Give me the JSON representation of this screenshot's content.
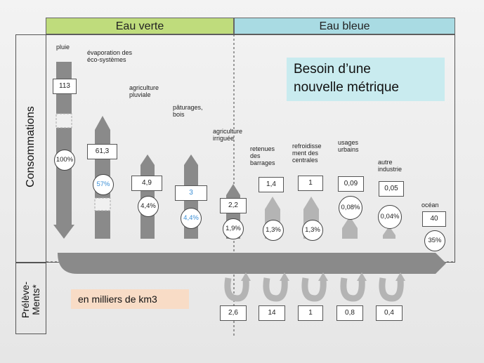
{
  "headers": {
    "green": "Eau verte",
    "blue": "Eau bleue"
  },
  "axis": {
    "top": "Consommations",
    "bottom_line1": "Prélève-",
    "bottom_line2": "Ments*"
  },
  "metric_box": {
    "line1": "Besoin d’une",
    "line2": "nouvelle métrique"
  },
  "unit_box": "en milliers de km3",
  "colors": {
    "green_header": "#bfdc7c",
    "blue_header": "#a9dbe3",
    "metric_bg": "#c9ebef",
    "unit_bg": "#f8dcc6",
    "arrow": "#8a8a8a"
  },
  "consumption": [
    {
      "label": "pluie",
      "value": "113",
      "pct": "100%"
    },
    {
      "label": "évaporation des éco-systèmes",
      "value": "61,3",
      "pct": "57%"
    },
    {
      "label": "agriculture pluviale",
      "value": "4,9",
      "pct": "4,4%"
    },
    {
      "label": "pâturages, bois",
      "value": "3",
      "pct": "4,4%"
    },
    {
      "label": "agriculture irriguée",
      "value": "2,2",
      "pct": "1,9%"
    },
    {
      "label": "retenues des barrages",
      "value": "1,4",
      "pct": "1,3%"
    },
    {
      "label": "refroidisse ment des centrales",
      "value": "1",
      "pct": "1,3%"
    },
    {
      "label": "usages urbains",
      "value": "0,09",
      "pct": "0,08%"
    },
    {
      "label": "autre industrie",
      "value": "0,05",
      "pct": "0,04%"
    },
    {
      "label": "océan",
      "value": "40",
      "pct": "35%"
    }
  ],
  "withdrawals": [
    "2,6",
    "14",
    "1",
    "0,8",
    "0,4"
  ]
}
